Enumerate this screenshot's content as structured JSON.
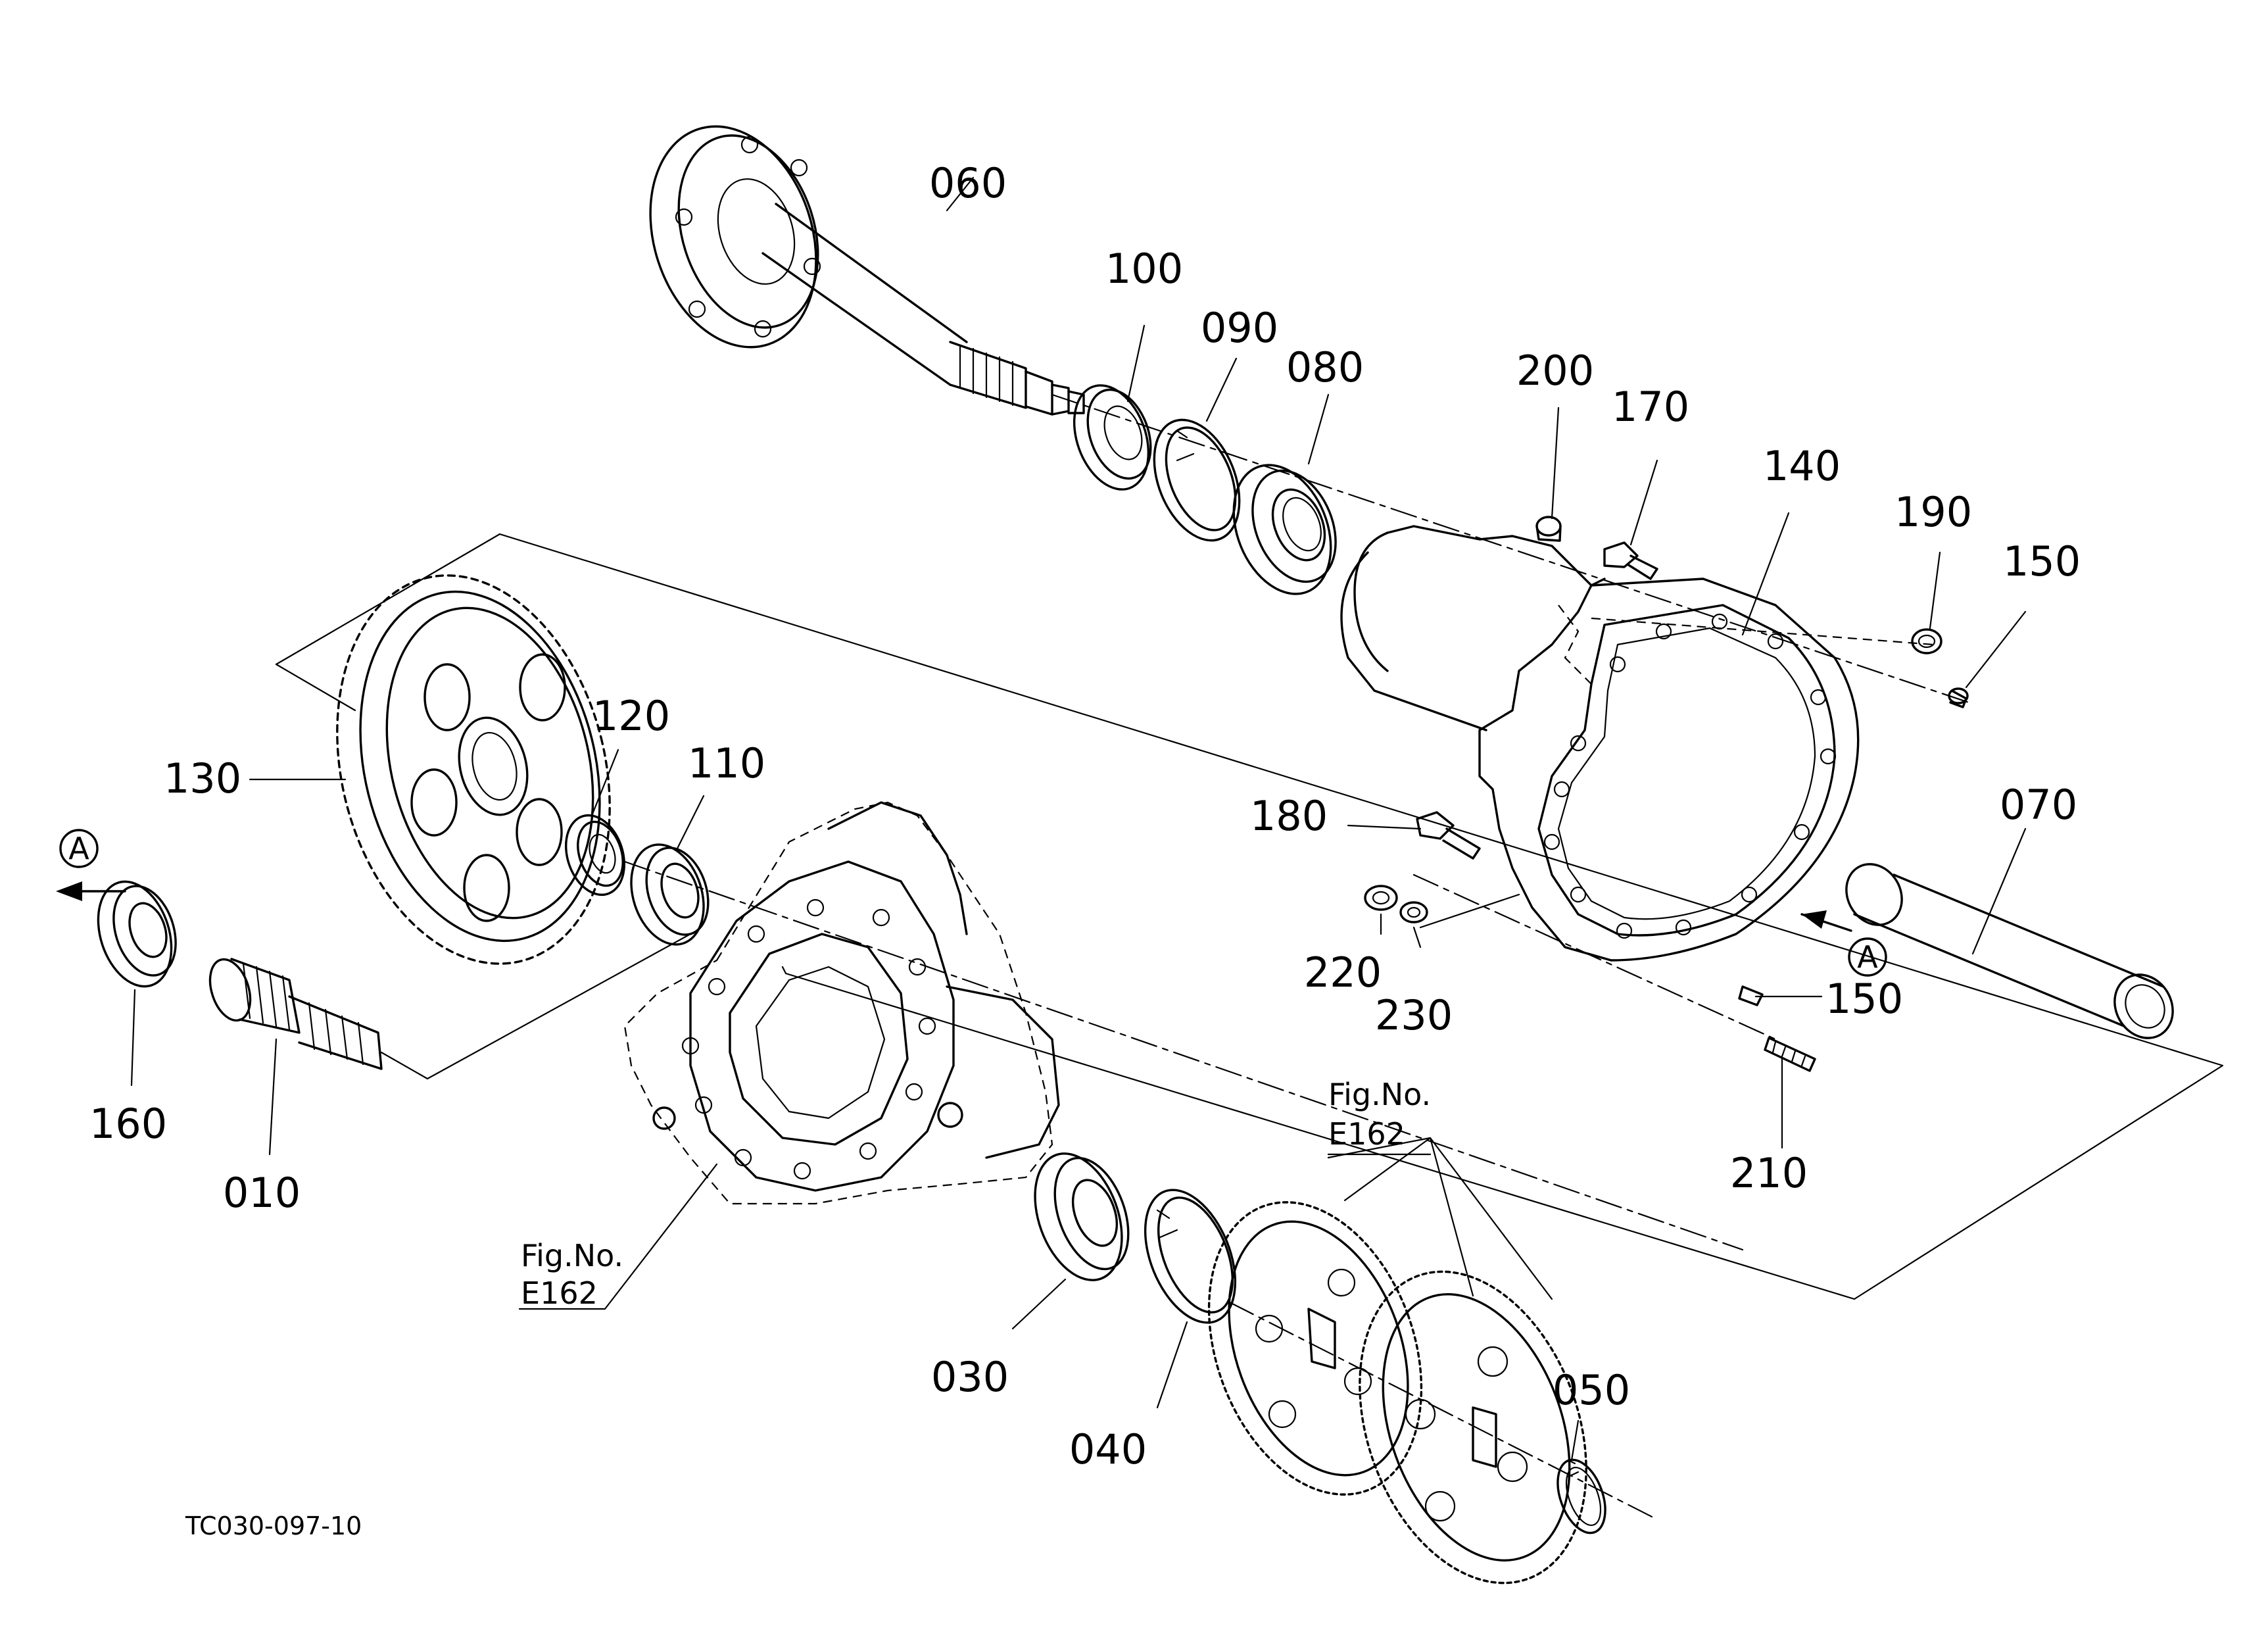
{
  "drawing_code": "TC030-097-10",
  "part_labels": {
    "p060": "060",
    "p100": "100",
    "p090": "090",
    "p080": "080",
    "p200": "200",
    "p170": "170",
    "p140": "140",
    "p190": "190",
    "p150a": "150",
    "p130": "130",
    "p120": "120",
    "p110": "110",
    "p180": "180",
    "p070": "070",
    "p220": "220",
    "p230": "230",
    "p150b": "150",
    "p210": "210",
    "p160": "160",
    "p010": "010",
    "p030": "030",
    "p040": "040",
    "p050": "050"
  },
  "view_markers": {
    "left": "A",
    "right": "A"
  },
  "figure_refs": {
    "left": {
      "line1": "Fig.No.",
      "line2": "E162"
    },
    "right": {
      "line1": "Fig.No.",
      "line2": "E162"
    }
  }
}
